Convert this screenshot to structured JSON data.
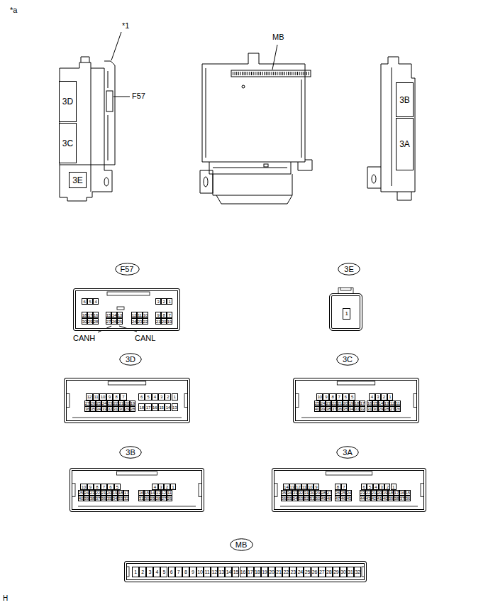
{
  "diagram": {
    "nodes": [
      {
        "text": [
          "3D"
        ]
      },
      {
        "text": [
          "3C"
        ]
      },
      {
        "text": [
          "3E"
        ]
      },
      {
        "text": [
          "3B"
        ]
      },
      {
        "text": [
          "3A"
        ]
      },
      {
        "text": [
          "F57"
        ]
      },
      {
        "text": [
          "6",
          "5",
          "4",
          "3",
          "2",
          "1",
          "18",
          "17",
          "16",
          "15",
          "14",
          "13",
          "12",
          "11",
          "10",
          "9",
          "8",
          "7",
          "30",
          "29",
          "28",
          "27",
          "26",
          "25",
          "24",
          "23",
          "22",
          "21",
          "20",
          "19"
        ]
      },
      {
        "text": [
          "3E"
        ]
      },
      {
        "text": [
          "1"
        ]
      },
      {
        "text": [
          "3D"
        ]
      },
      {
        "text": [
          "12",
          "11",
          "10",
          "9",
          "8",
          "7",
          "6",
          "5",
          "4",
          "3",
          "2",
          "1",
          "27",
          "26",
          "25",
          "24",
          "23",
          "22",
          "21",
          "20",
          "19",
          "18",
          "17",
          "16",
          "15",
          "14",
          "13",
          "36",
          "35",
          "34",
          "33",
          "32",
          "31",
          "30",
          "29",
          "28"
        ]
      },
      {
        "text": [
          "3C"
        ]
      },
      {
        "text": [
          "10",
          "9",
          "8",
          "7",
          "6",
          "5",
          "4",
          "3",
          "2",
          "1",
          "25",
          "24",
          "23",
          "22",
          "21",
          "20",
          "19",
          "18",
          "17",
          "16",
          "15",
          "14",
          "13",
          "12",
          "11",
          "40",
          "39",
          "38",
          "37",
          "36",
          "35",
          "34",
          "33",
          "32",
          "31",
          "30",
          "29",
          "28",
          "27",
          "26"
        ]
      },
      {
        "text": [
          "3B"
        ]
      },
      {
        "text": [
          "10",
          "9",
          "8",
          "7",
          "6",
          "5",
          "4",
          "3",
          "2",
          "1",
          "25",
          "24",
          "23",
          "22",
          "21",
          "20",
          "19",
          "18",
          "17",
          "16",
          "15",
          "14",
          "13",
          "12",
          "11",
          "40",
          "39",
          "38",
          "37",
          "36",
          "35",
          "34",
          "33",
          "32",
          "31",
          "30",
          "29",
          "28",
          "27",
          "26"
        ]
      },
      {
        "text": [
          "3A"
        ]
      },
      {
        "text": [
          "14",
          "13",
          "12",
          "11",
          "10",
          "9",
          "8",
          "7",
          "6",
          "5",
          "4",
          "3",
          "2",
          "1",
          "35",
          "34",
          "33",
          "32",
          "31",
          "30",
          "29",
          "28",
          "27",
          "26",
          "25",
          "24",
          "23",
          "22",
          "21",
          "20",
          "19",
          "18",
          "17",
          "16",
          "15",
          "56",
          "55",
          "54",
          "53",
          "52",
          "51",
          "50",
          "49",
          "48",
          "47",
          "46",
          "45",
          "44",
          "43",
          "42",
          "41",
          "40",
          "39",
          "38",
          "37",
          "36"
        ]
      },
      {
        "text": [
          "MB"
        ]
      },
      {
        "text": [
          "1",
          "2",
          "3",
          "4",
          "5",
          "6",
          "7",
          "8",
          "9",
          "10",
          "11",
          "12",
          "13",
          "14",
          "15",
          "16",
          "17",
          "18",
          "19",
          "20",
          "21",
          "22",
          "23",
          "24",
          "25",
          "26",
          "27",
          "28",
          "29",
          "30",
          "31",
          "32"
        ]
      }
    ],
    "labels": [
      "*a",
      "*1",
      "F57",
      "MB",
      "CANH",
      "CANL",
      "H"
    ]
  }
}
